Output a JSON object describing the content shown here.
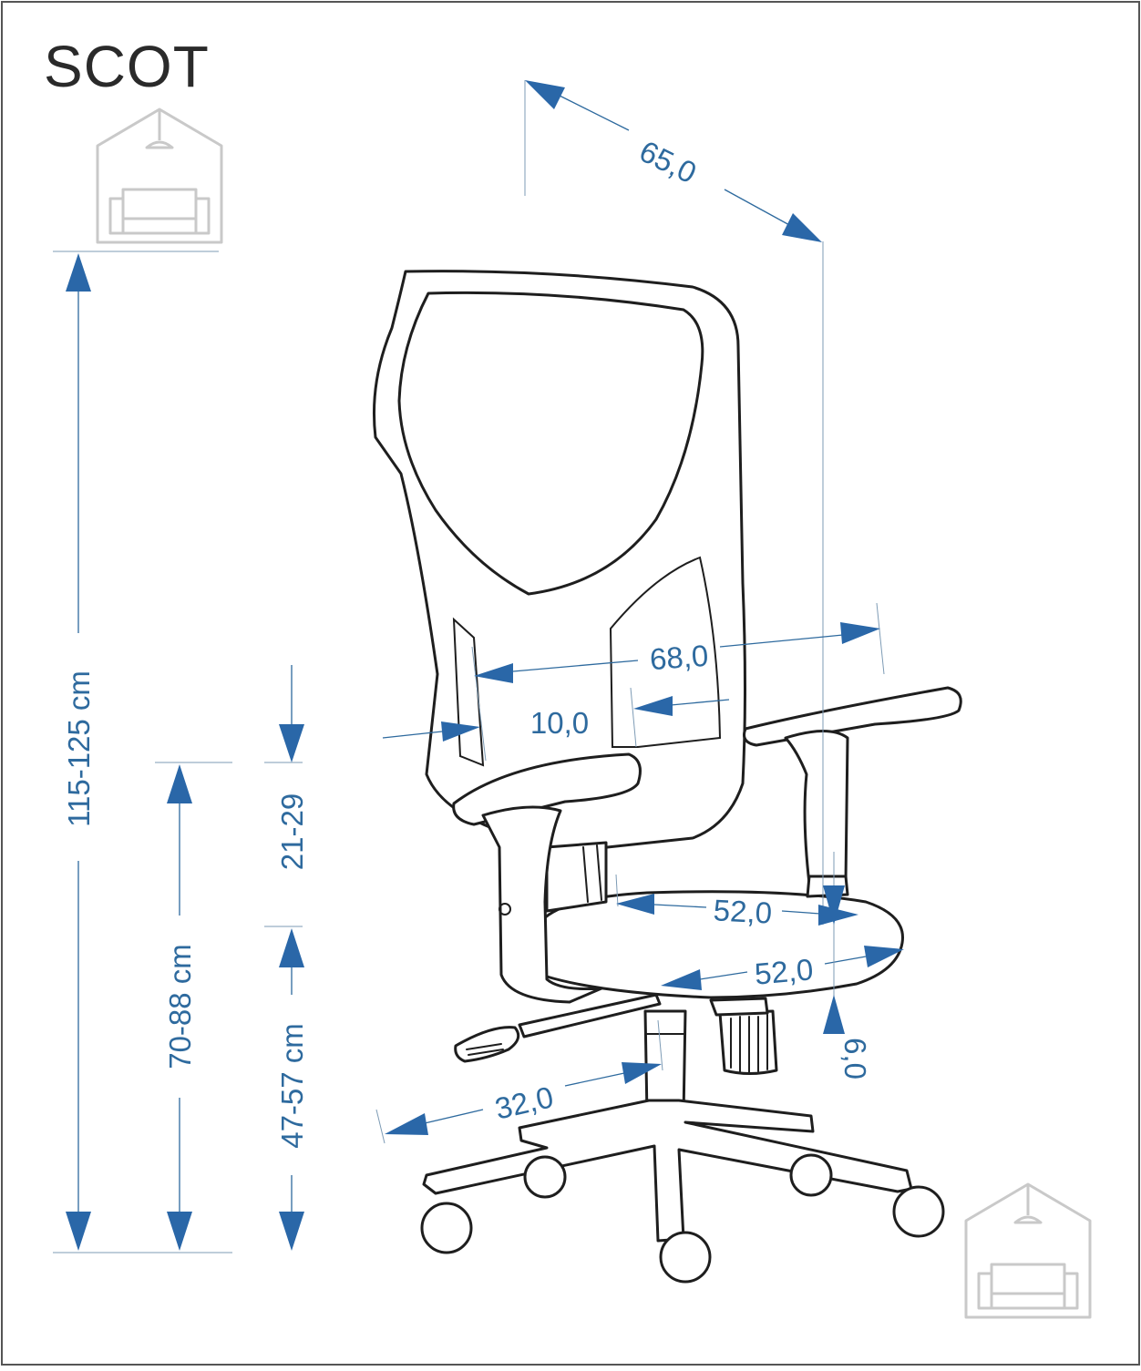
{
  "product_name": "SCOT",
  "icons": {
    "top_logo": "house-sofa-icon",
    "bottom_logo": "house-sofa-icon"
  },
  "colors": {
    "dimension": "#2e6a9e",
    "arrow": "#2a67a8",
    "outline": "#1e1e1e",
    "logo": "#c9c9c9",
    "frame": "#555555"
  },
  "dimensions": {
    "total_height": "115-125 cm",
    "armrest_height": "70-88 cm",
    "seat_height": "47-57 cm",
    "armrest_to_seat": "21-29",
    "depth": "65,0",
    "width": "68,0",
    "armrest_width": "10,0",
    "seat_depth": "52,0",
    "seat_width": "52,0",
    "seat_thickness": "6,0",
    "base_radius": "32,0"
  }
}
